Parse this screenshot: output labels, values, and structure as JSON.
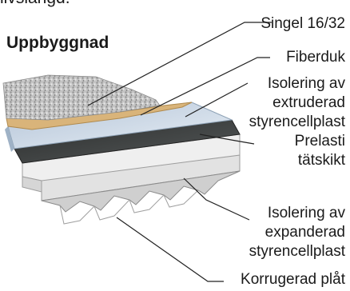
{
  "intro_text_cut": "livslängd.",
  "heading": "Uppbyggnad",
  "layers": [
    {
      "label": "Singel 16/32"
    },
    {
      "label": "Fiberduk"
    },
    {
      "label": "Isolering av extruderad styrencellplast"
    },
    {
      "label": "Prelasti tätskikt"
    },
    {
      "label": "Isolering av expanderad styrencellplast"
    },
    {
      "label": "Korrugerad plåt"
    }
  ],
  "colors": {
    "gravel": "#bdbdbd",
    "fabric": "#d9b47a",
    "xps": "#c9d6e4",
    "membrane": "#3a3d3c",
    "eps": "#eeeeee",
    "steel": "#d8d8d8",
    "leader": "#222222",
    "text": "#1a1a1a"
  }
}
